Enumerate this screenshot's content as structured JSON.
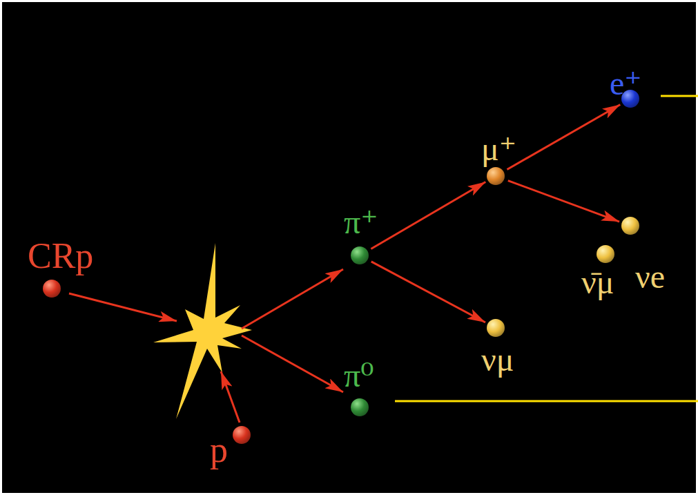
{
  "diagram": {
    "nodes": [
      {
        "text": [
          "CRp"
        ]
      },
      {
        "text": [
          "p"
        ]
      },
      {
        "text": [
          "π⁺"
        ]
      },
      {
        "text": [
          "π⁰"
        ]
      },
      {
        "text": [
          "μ⁺"
        ]
      },
      {
        "text": [
          "νμ"
        ]
      },
      {
        "text": [
          "e⁺"
        ]
      },
      {
        "text": [
          "ν̄μ"
        ]
      },
      {
        "text": [
          "νe"
        ]
      }
    ],
    "edges": [
      {
        "from": 2,
        "to": 4,
        "arrow": "to"
      },
      {
        "from": 2,
        "to": 5,
        "arrow": "to"
      },
      {
        "from": 4,
        "to": 6,
        "arrow": "to"
      },
      {
        "from": 4,
        "to": 8,
        "arrow": "to"
      }
    ]
  }
}
